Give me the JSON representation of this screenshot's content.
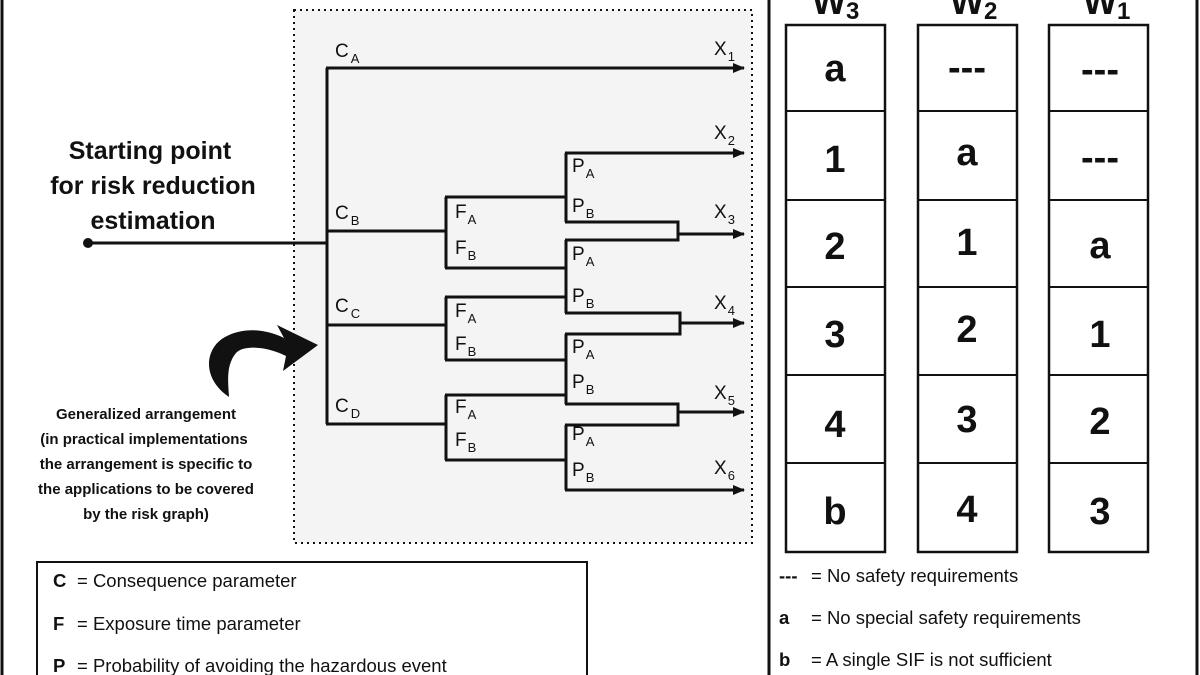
{
  "start_label": [
    "Starting point",
    "for risk reduction",
    "estimation"
  ],
  "generalized_note": [
    "Generalized arrangement",
    "(in practical implementations",
    "the arrangement is specific to",
    "the applications to be covered",
    "by the risk graph)"
  ],
  "params": {
    "consequence": [
      {
        "base": "C",
        "sub": "A"
      },
      {
        "base": "C",
        "sub": "B"
      },
      {
        "base": "C",
        "sub": "C"
      },
      {
        "base": "C",
        "sub": "D"
      }
    ],
    "exposure": [
      {
        "base": "F",
        "sub": "A"
      },
      {
        "base": "F",
        "sub": "B"
      }
    ],
    "avoidance": [
      {
        "base": "P",
        "sub": "A"
      },
      {
        "base": "P",
        "sub": "B"
      }
    ],
    "outputs": [
      {
        "base": "X",
        "sub": "1"
      },
      {
        "base": "X",
        "sub": "2"
      },
      {
        "base": "X",
        "sub": "3"
      },
      {
        "base": "X",
        "sub": "4"
      },
      {
        "base": "X",
        "sub": "5"
      },
      {
        "base": "X",
        "sub": "6"
      }
    ]
  },
  "columns": [
    {
      "header": {
        "base": "W",
        "sub": "3"
      },
      "cells": [
        "a",
        "1",
        "2",
        "3",
        "4",
        "b"
      ]
    },
    {
      "header": {
        "base": "W",
        "sub": "2"
      },
      "cells": [
        "---",
        "a",
        "1",
        "2",
        "3",
        "4"
      ]
    },
    {
      "header": {
        "base": "W",
        "sub": "1"
      },
      "cells": [
        "---",
        "---",
        "a",
        "1",
        "2",
        "3"
      ]
    }
  ],
  "legend_left": [
    {
      "key": "C",
      "text": "= Consequence parameter"
    },
    {
      "key": "F",
      "text": "= Exposure time parameter"
    },
    {
      "key": "P",
      "text": "= Probability of avoiding the hazardous event"
    }
  ],
  "legend_right": [
    {
      "key": "---",
      "text": "= No safety requirements"
    },
    {
      "key": "a",
      "text": "= No special safety requirements"
    },
    {
      "key": "b",
      "text": "= A single SIF is not sufficient"
    }
  ]
}
